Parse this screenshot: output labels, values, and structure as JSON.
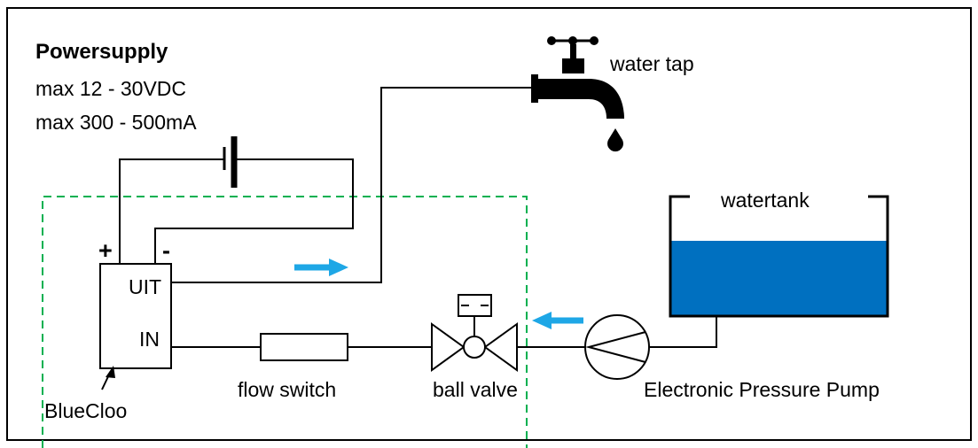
{
  "power_supply": {
    "title": "Powersupply",
    "voltage": "max 12 - 30VDC",
    "current": "max 300 - 500mA"
  },
  "device": {
    "name": "BlueCloo",
    "output_label": "UIT",
    "input_label": "IN",
    "plus_sign": "+",
    "minus_sign": "-"
  },
  "components": {
    "water_tap": "water tap",
    "watertank": "watertank",
    "flow_switch": "flow switch",
    "ball_valve": "ball valve",
    "pump": "Electronic Pressure Pump"
  },
  "colors": {
    "water": "#0070c0",
    "flow_arrow": "#1ea7e6",
    "boundary": "#00b050",
    "line": "#000000"
  },
  "icons": {
    "tap": "water-tap-icon",
    "battery": "battery-icon",
    "valve": "ball-valve-icon",
    "pump": "pump-icon",
    "tank": "watertank-icon"
  }
}
